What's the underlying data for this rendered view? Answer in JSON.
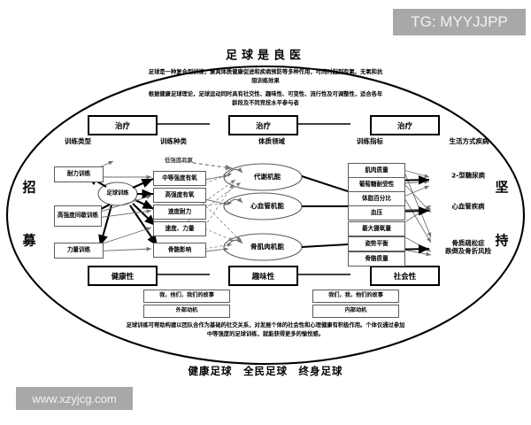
{
  "title": "足球是良医",
  "intro": {
    "para1": "足球是一种复合型训练，兼具体质健康促进和疾病预防等多种作用，可同时起到有氧、无氧和抗阻训练效果",
    "para2": "根据健康足球理论，足球运动同时具有社交性、趣味性、可变性、流行性及可调整性，适合各年龄段及不同竞技水平参与者"
  },
  "header_boxes": [
    {
      "label": "治疗"
    },
    {
      "label": "治疗"
    },
    {
      "label": "治疗"
    }
  ],
  "column_labels": [
    "训练类型",
    "训练种类",
    "体质领域",
    "训练指标",
    "生活方式疾病"
  ],
  "center_node": "足球训练",
  "training_types": [
    {
      "label": "耐力训练"
    },
    {
      "label": "高强度间歇训练"
    },
    {
      "label": "力量训练"
    }
  ],
  "training_kinds": [
    {
      "label": "低强度有氧",
      "boxed": false
    },
    {
      "label": "中等强度有氧",
      "boxed": true
    },
    {
      "label": "高强度有氧",
      "boxed": true
    },
    {
      "label": "速度耐力",
      "boxed": true
    },
    {
      "label": "速度、力量",
      "boxed": true
    },
    {
      "label": "骨骼影响",
      "boxed": true
    }
  ],
  "fitness_domains": [
    {
      "label": "代谢机能"
    },
    {
      "label": "心血管机能"
    },
    {
      "label": "骨肌肉机能"
    }
  ],
  "training_indicators": [
    {
      "label": "肌肉质量"
    },
    {
      "label": "葡萄糖耐受性"
    },
    {
      "label": "体脂百分比"
    },
    {
      "label": "血压"
    },
    {
      "label": "最大摄氧量"
    },
    {
      "label": "姿势平衡"
    },
    {
      "label": "骨骼质量"
    }
  ],
  "lifestyle_diseases": [
    {
      "label": "2-型糖尿病"
    },
    {
      "label": "心血管疾病"
    },
    {
      "label": "骨质疏松症\n跌倒及骨折风险"
    }
  ],
  "side_chars": {
    "left_top": "招",
    "left_bottom": "募",
    "right_top": "坚",
    "right_bottom": "持"
  },
  "bottom_boxes": [
    {
      "label": "健康性"
    },
    {
      "label": "趣味性"
    },
    {
      "label": "社会性"
    }
  ],
  "story_boxes": [
    {
      "label": "我，他们，我们的故事"
    },
    {
      "label": "外部动机"
    },
    {
      "label": "我们，我，他们的故事"
    },
    {
      "label": "内部动机"
    }
  ],
  "outro": "足球训练可帮助构建以团队合作为基础的社交关系，对发展个体的社会性和心理健康有积极作用。个体仅通过参加中等强度的足球训练，就能获得更多的愉悦感。",
  "slogan": "健康足球　全民足球　终身足球",
  "watermarks": {
    "tg": "TG: MYYJJPP",
    "url": "www.xzyjcg.com"
  },
  "colors": {
    "background": "#ffffff",
    "line": "#000000",
    "thin_line": "#6e6e6e",
    "watermark_bg": "#a8a8a8",
    "watermark_text": "#f2f2f2"
  }
}
